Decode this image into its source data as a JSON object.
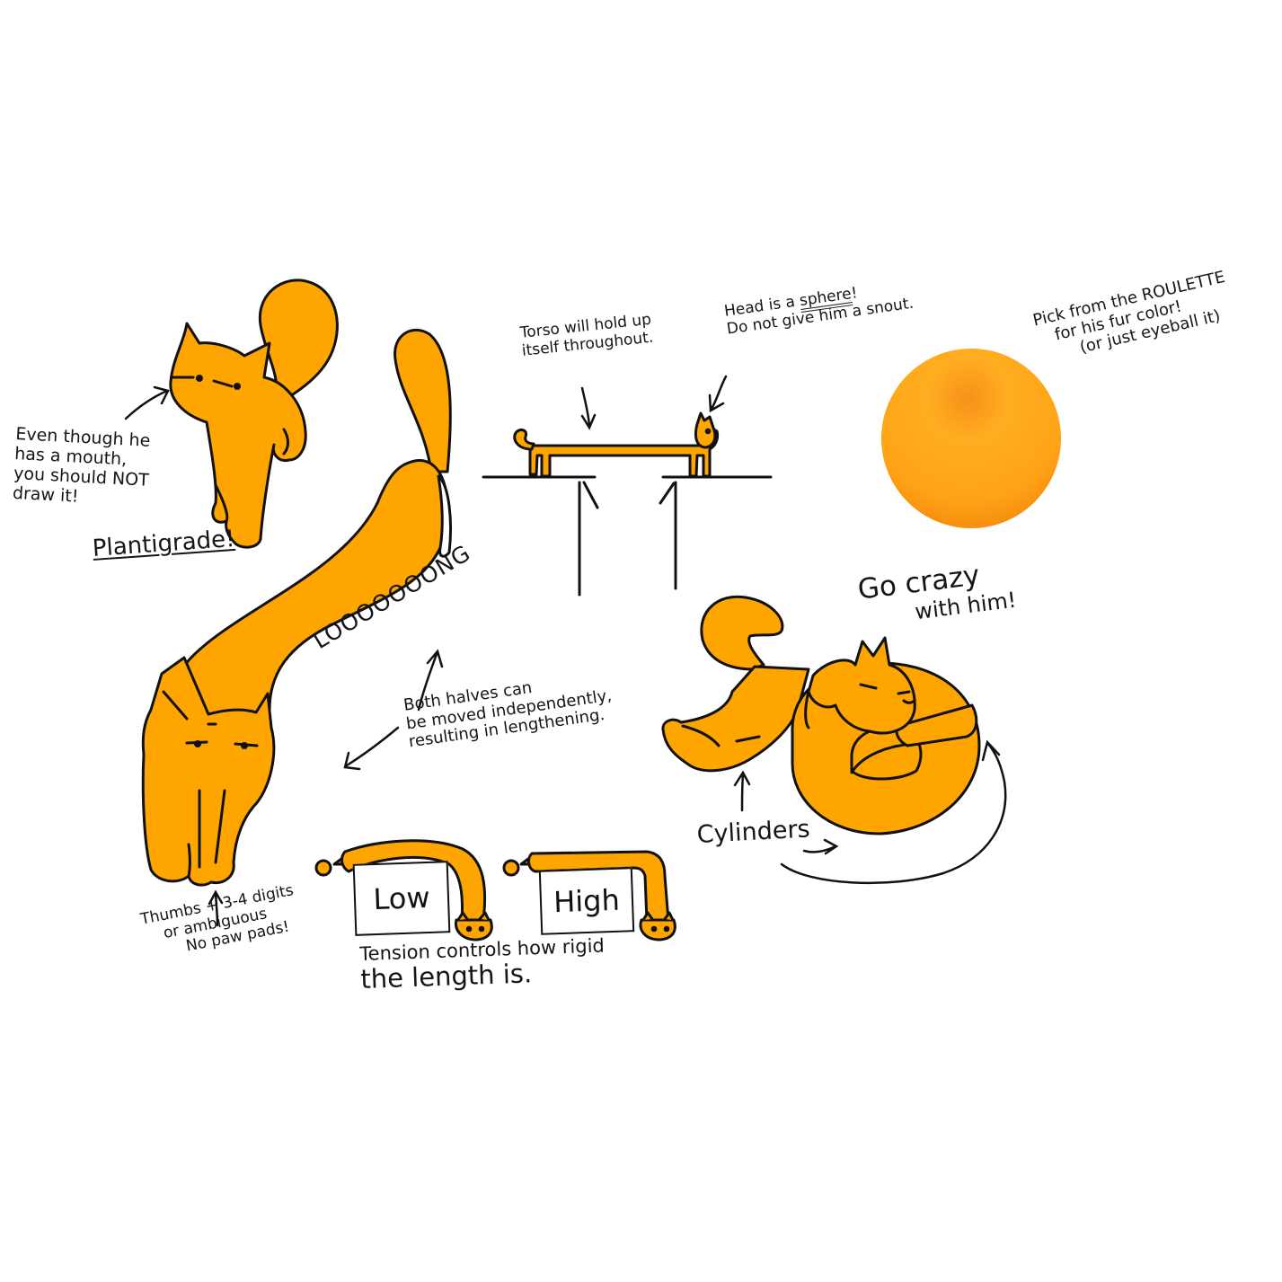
{
  "colors": {
    "fur": "#FFA500",
    "outline": "#111111",
    "roulette_light": "#FFAC1E",
    "roulette_dark": "#F7870B",
    "background": "#FFFFFF"
  },
  "notes": {
    "mouth": [
      "Even though he",
      "has a mouth,",
      "you should NOT",
      "draw it!"
    ],
    "plantigrade": "Plantigrade!",
    "long": "LOOOOOOONG",
    "halves": [
      "Both halves can",
      "be moved independently,",
      "resulting in lengthening."
    ],
    "thumbs": [
      "Thumbs + 3-4 digits",
      "or ambiguous",
      "No paw pads!"
    ],
    "tension_line1": "Tension controls how rigid",
    "tension_line2": "the length is.",
    "torso": [
      "Torso will hold up",
      "itself throughout."
    ],
    "head_prefix": "Head is a ",
    "head_emph": "sphere",
    "head_suffix": "!",
    "head_line2": "Do not give him a snout.",
    "pick": [
      "Pick from the ROULETTE",
      "for his fur color!",
      "(or just eyeball it)"
    ],
    "crazy": [
      "Go crazy",
      "with him!"
    ],
    "cylinders": "Cylinders"
  },
  "tension_labels": {
    "low": "Low",
    "high": "High"
  }
}
